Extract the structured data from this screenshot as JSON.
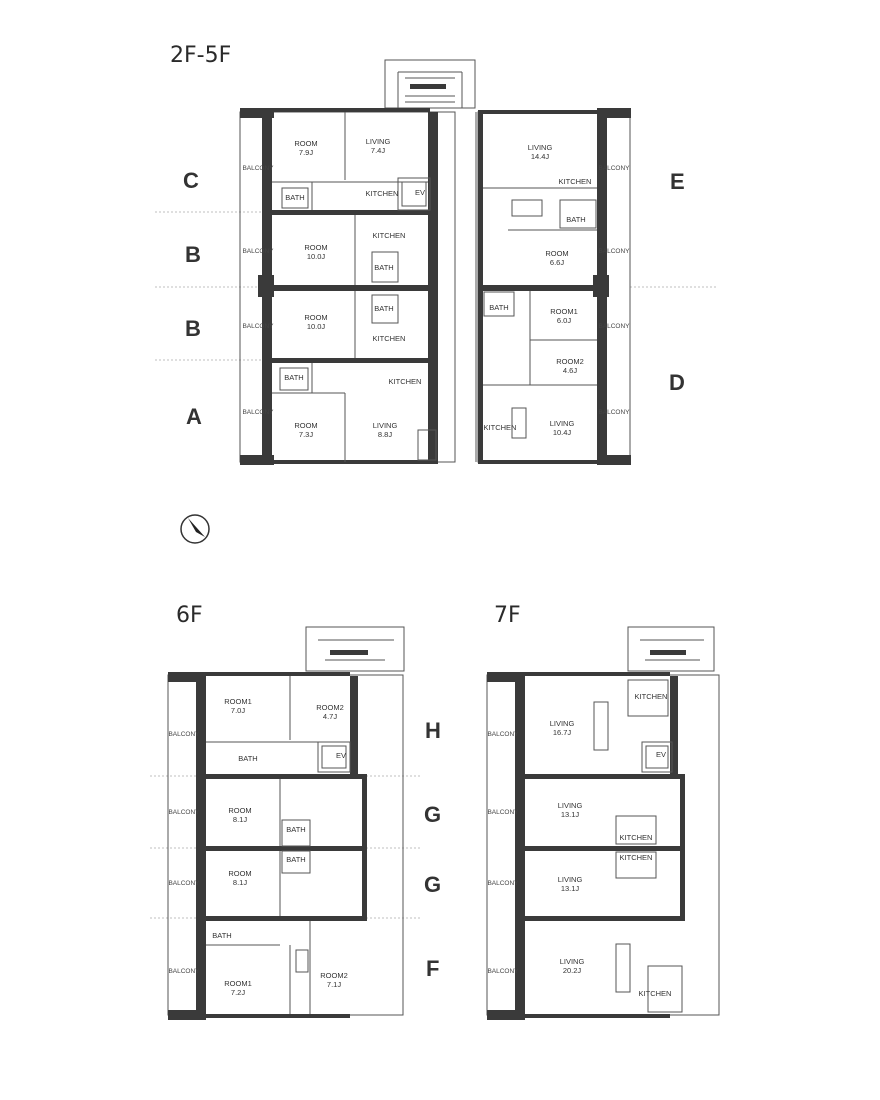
{
  "floor_labels": {
    "f1": "2F-5F",
    "f2": "6F",
    "f3": "7F"
  },
  "units": {
    "A": "A",
    "B": "B",
    "C": "C",
    "D": "D",
    "E": "E",
    "F": "F",
    "G": "G",
    "H": "H"
  },
  "rooms": {
    "living": "LIVING",
    "room": "ROOM",
    "room1": "ROOM1",
    "room2": "ROOM2",
    "kitchen": "KITCHEN",
    "bath": "BATH",
    "balcony": "BALCONY",
    "ev": "EV"
  },
  "sizes": {
    "c_room": "7.9J",
    "c_living": "7.4J",
    "b_room": "10.0J",
    "a_room": "7.3J",
    "a_living": "8.8J",
    "e_living": "14.4J",
    "e_room": "6.6J",
    "d_room1": "6.0J",
    "d_room2": "4.6J",
    "d_living": "10.4J",
    "h_room1": "7.0J",
    "h_room2": "4.7J",
    "g_room": "8.1J",
    "f_room1": "7.2J",
    "f_room2": "7.1J",
    "h7_living": "16.7J",
    "g7_living": "13.1J",
    "f7_living": "20.2J"
  },
  "colors": {
    "wall": "#3a3a3a",
    "line": "#555555",
    "background": "#ffffff"
  }
}
